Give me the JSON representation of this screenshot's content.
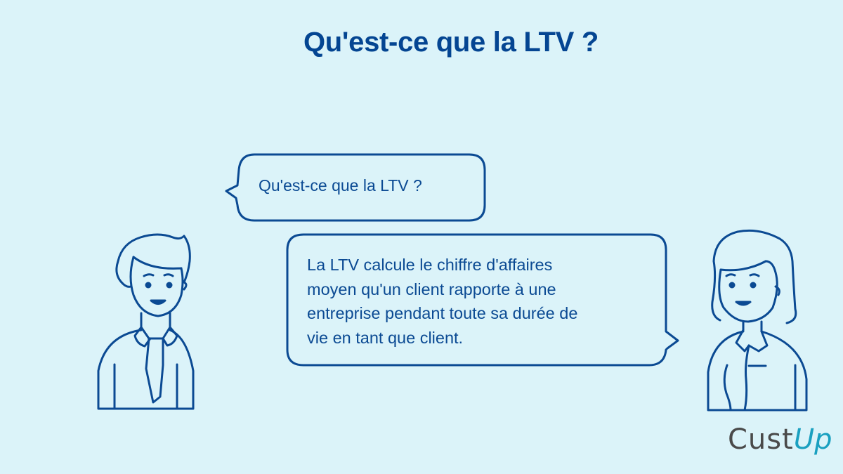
{
  "title": "Qu'est-ce que la LTV ?",
  "dialogue": {
    "question": "Qu'est-ce que la LTV ?",
    "answer_lines": [
      "La LTV calcule le chiffre d'affaires",
      "moyen qu'un client rapporte à une",
      "entreprise pendant toute sa durée de",
      "vie en tant que client."
    ]
  },
  "characters": {
    "left": "man-with-tie-icon",
    "right": "woman-icon"
  },
  "logo": {
    "part1": "Cust",
    "part2": "Up"
  },
  "colors": {
    "background": "#dbf3f9",
    "primary": "#044592",
    "logo_gray": "#4a4a4a",
    "logo_accent": "#1aa0c0"
  }
}
